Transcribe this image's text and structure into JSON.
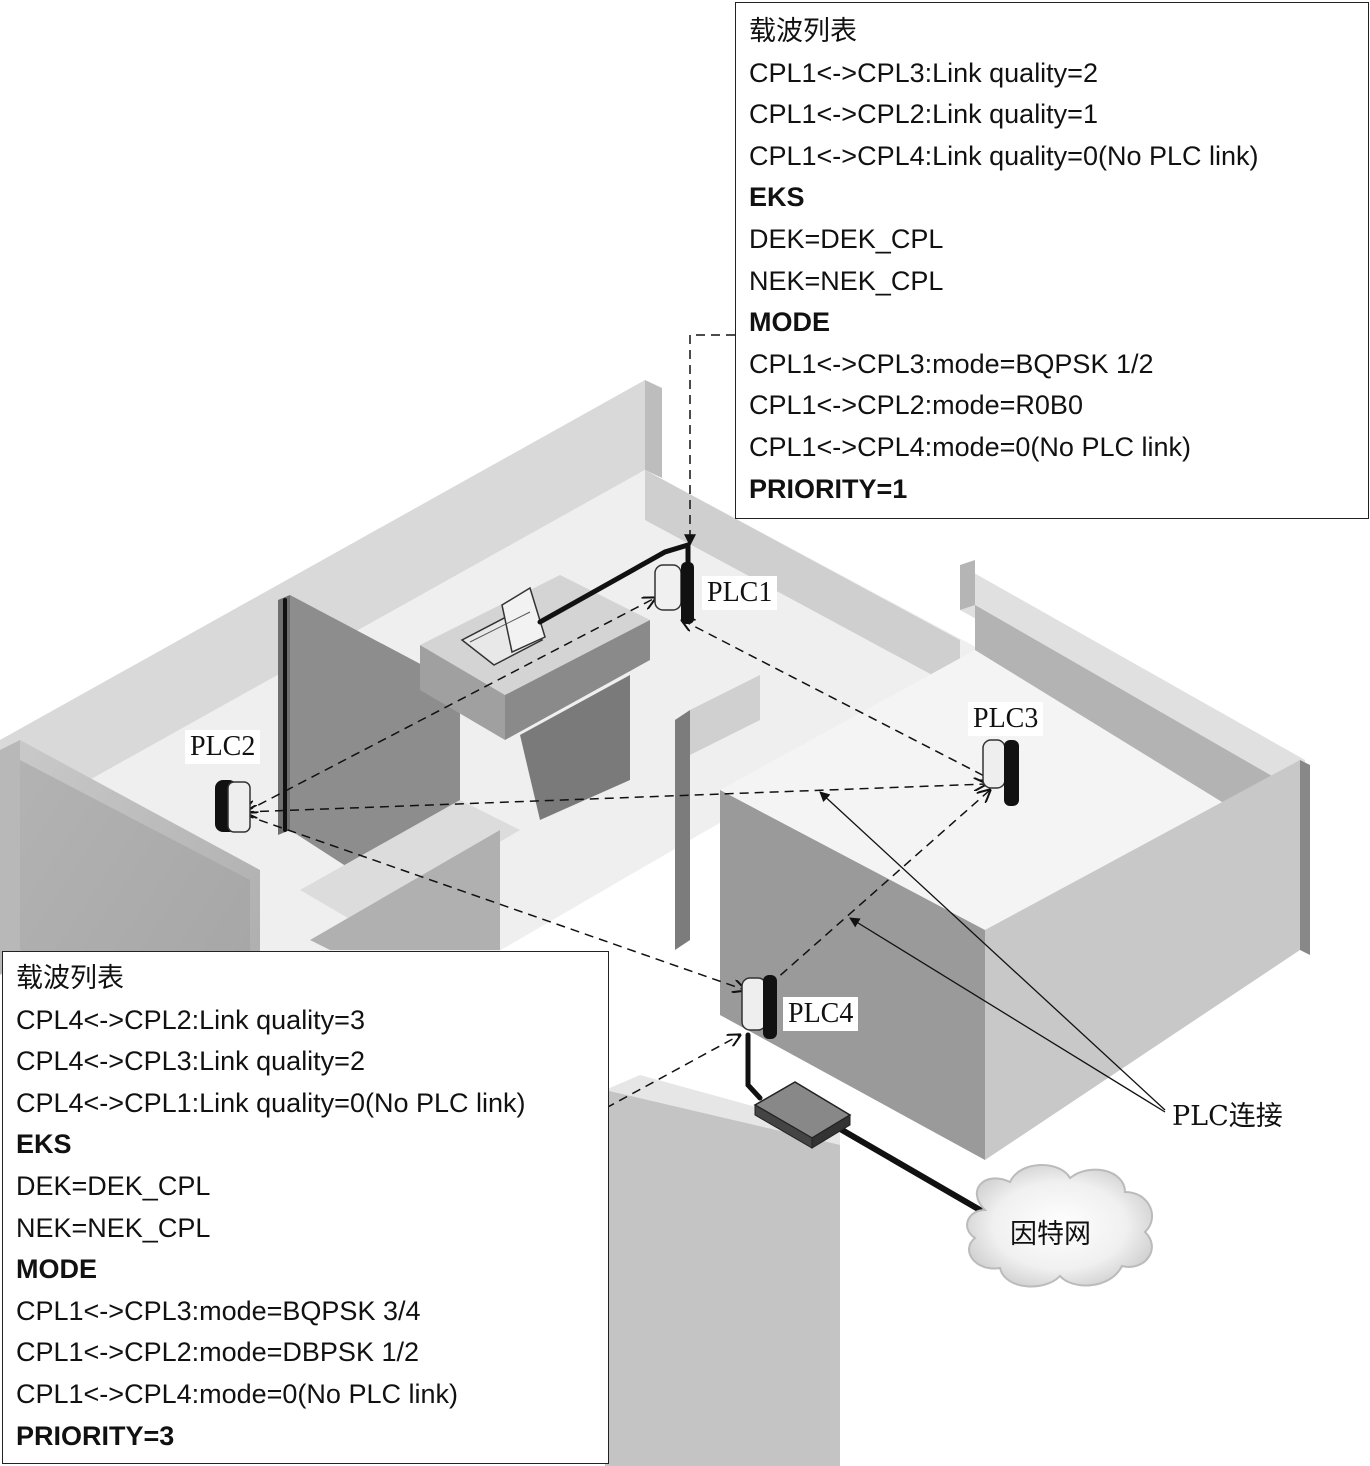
{
  "devices": {
    "plc1": "PLC1",
    "plc2": "PLC2",
    "plc3": "PLC3",
    "plc4": "PLC4"
  },
  "plc_connection_label": "PLC连接",
  "internet_label": "因特网",
  "info_box_top": {
    "title": "载波列表",
    "link_quality": [
      "CPL1<->CPL3:Link quality=2",
      "CPL1<->CPL2:Link quality=1",
      "CPL1<->CPL4:Link quality=0(No PLC link)"
    ],
    "eks_heading": "EKS",
    "eks": [
      "DEK=DEK_CPL",
      "NEK=NEK_CPL"
    ],
    "mode_heading": "MODE",
    "modes": [
      "CPL1<->CPL3:mode=BQPSK 1/2",
      "CPL1<->CPL2:mode=R0B0",
      "CPL1<->CPL4:mode=0(No PLC link)"
    ],
    "priority": "PRIORITY=1"
  },
  "info_box_bottom": {
    "title": "载波列表",
    "link_quality": [
      "CPL4<->CPL2:Link quality=3",
      "CPL4<->CPL3:Link quality=2",
      "CPL4<->CPL1:Link quality=0(No PLC link)"
    ],
    "eks_heading": "EKS",
    "eks": [
      "DEK=DEK_CPL",
      "NEK=NEK_CPL"
    ],
    "mode_heading": "MODE",
    "modes": [
      "CPL1<->CPL3:mode=BQPSK 3/4",
      "CPL1<->CPL2:mode=DBPSK 1/2",
      "CPL1<->CPL4:mode=0(No PLC link)"
    ],
    "priority": "PRIORITY=3"
  }
}
